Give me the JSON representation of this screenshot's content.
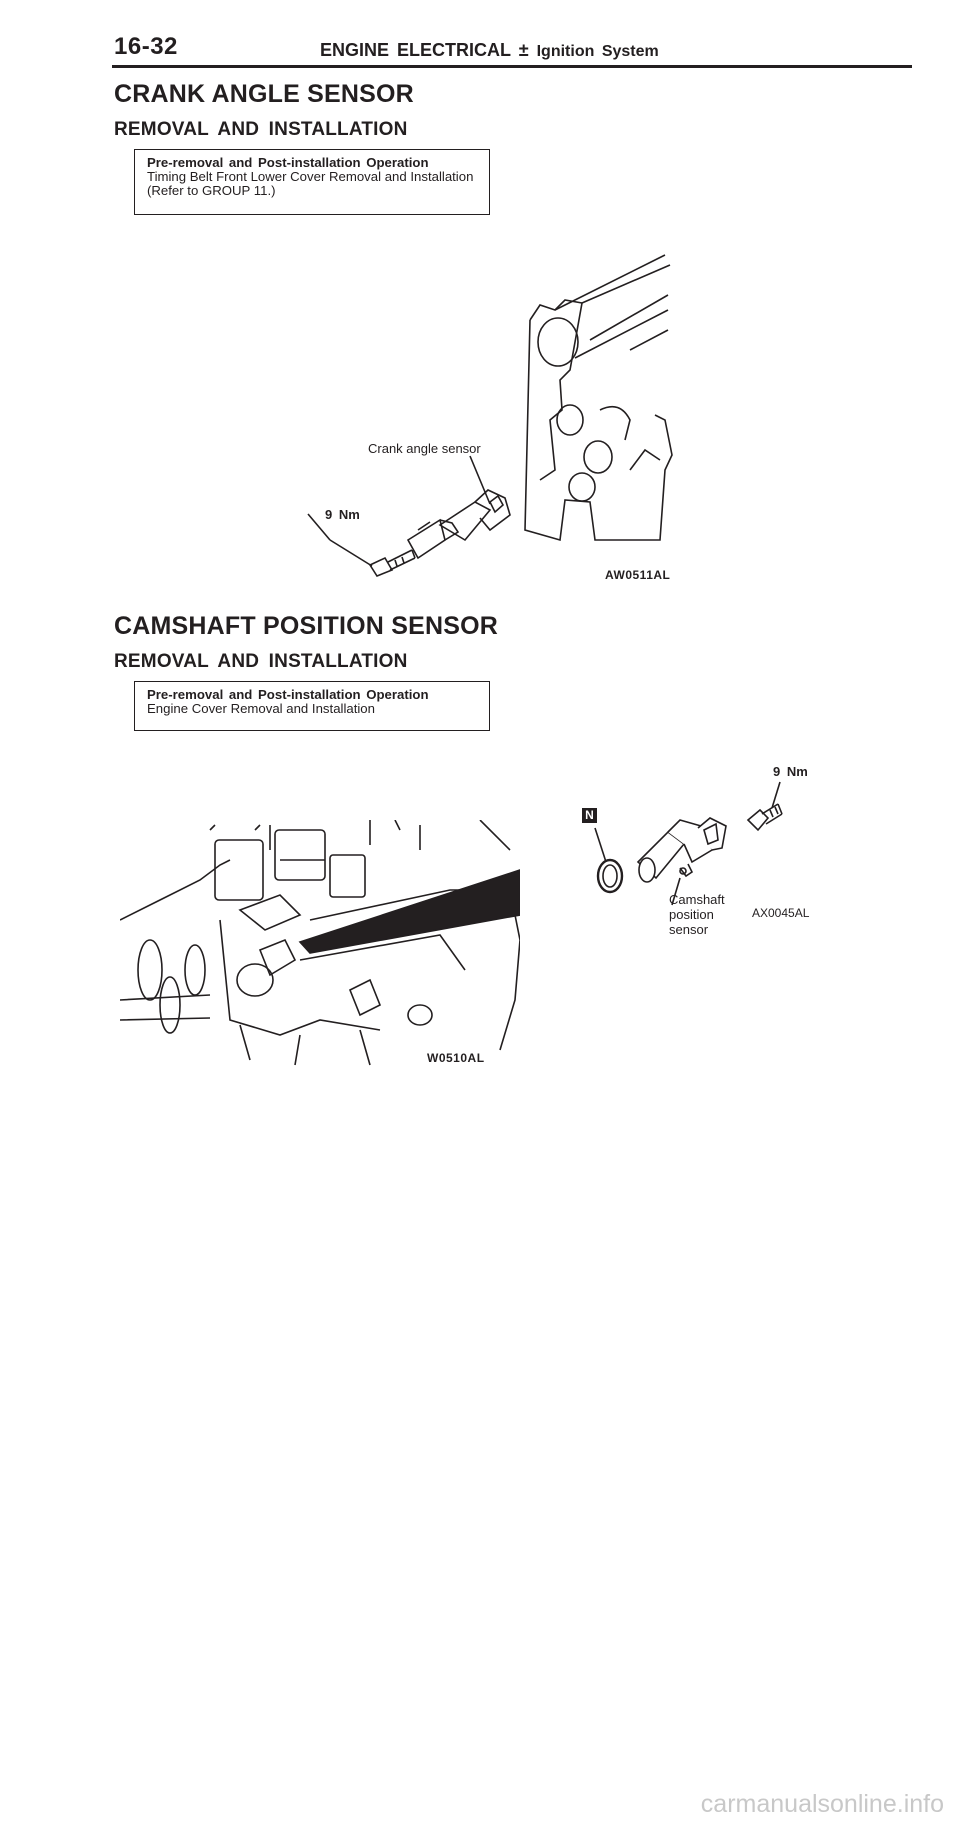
{
  "header": {
    "page_number": "16-32",
    "section": "ENGINE ELECTRICAL",
    "separator": "±",
    "subsection": "Ignition System"
  },
  "crank": {
    "title": "CRANK ANGLE SENSOR",
    "subtitle": "REMOVAL AND INSTALLATION",
    "op_box": {
      "title": "Pre-removal and Post-installation Operation",
      "lines": [
        "Timing Belt Front Lower Cover Removal and Installation",
        "(Refer to GROUP 11.)"
      ]
    },
    "figure": {
      "label_sensor": "Crank angle sensor",
      "torque": "9 Nm",
      "code": "AW0511AL"
    }
  },
  "camshaft": {
    "title": "CAMSHAFT POSITION SENSOR",
    "subtitle": "REMOVAL AND INSTALLATION",
    "op_box": {
      "title": "Pre-removal and Post-installation Operation",
      "lines": [
        "Engine Cover Removal and Installation"
      ]
    },
    "figure_left": {
      "code": "W0510AL"
    },
    "figure_right": {
      "torque": "9 Nm",
      "n_mark": "N",
      "label_sensor_lines": [
        "Camshaft",
        "position",
        "sensor"
      ],
      "code": "AX0045AL"
    }
  },
  "footer": {
    "watermark": "carmanualsonline.info"
  }
}
